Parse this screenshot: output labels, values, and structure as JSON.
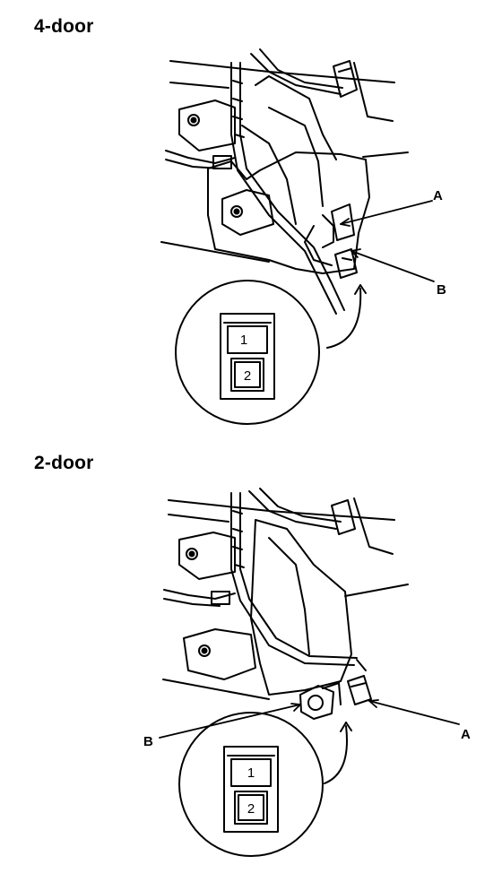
{
  "views": [
    {
      "heading": "4-door",
      "callout_a": "A",
      "callout_b": "B",
      "pins": [
        "1",
        "2"
      ]
    },
    {
      "heading": "2-door",
      "callout_a": "A",
      "callout_b": "B",
      "pins": [
        "1",
        "2"
      ]
    }
  ]
}
